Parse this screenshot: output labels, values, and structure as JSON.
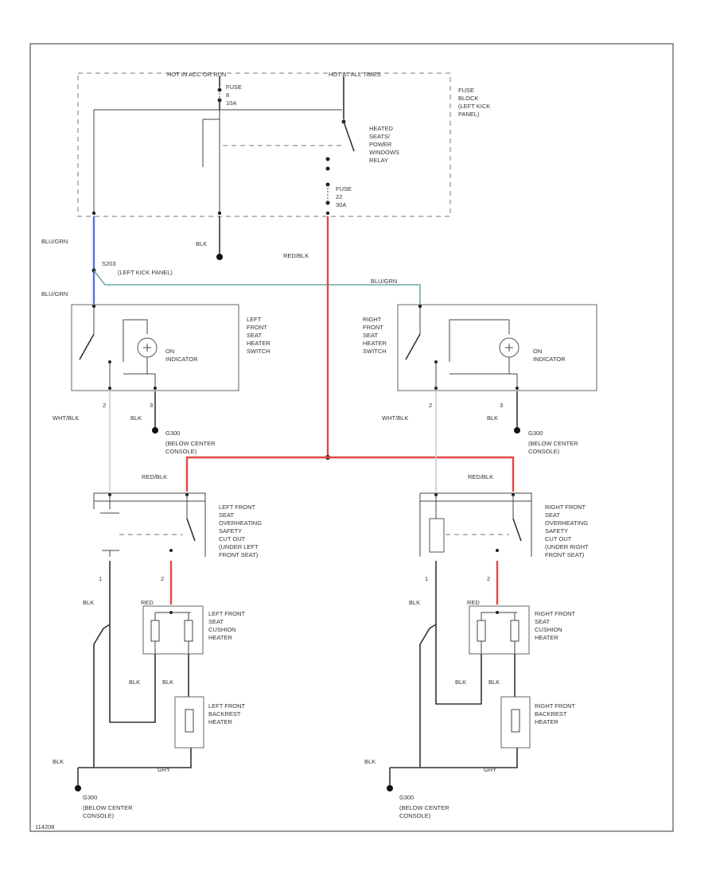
{
  "colors": {
    "blue": "#5b6fe0",
    "red": "#e04848",
    "teal": "#6fa8a8",
    "dark": "#333333"
  },
  "fuse_block": {
    "hot_in_acc_run": "HOT IN ACC OR RUN",
    "hot_at_all_times": "HOT AT ALL TIMES",
    "fuse_left_lines": [
      "FUSE",
      "8",
      "10A"
    ],
    "fuse_right_lines": [
      "FUSE",
      "22",
      "30A"
    ],
    "relay_lines": [
      "HEATED",
      "SEATS/",
      "POWER",
      "WINDOWS",
      "RELAY"
    ],
    "block_lines": [
      "FUSE",
      "BLOCK",
      "(LEFT KICK",
      "PANEL)"
    ]
  },
  "wires": {
    "blu_grn_1": "BLU/GRN",
    "blu_grn_2": "BLU/GRN",
    "blu_grn_3": "BLU/GRN",
    "blk_top": "BLK",
    "red_blk_main": "RED/BLK",
    "red_blk_left": "RED/BLK",
    "red_blk_right": "RED/BLK",
    "wht_blk_left": "WHT/BLK",
    "wht_blk_right": "WHT/BLK",
    "blk_sw_left": "BLK",
    "blk_sw_right": "BLK",
    "blk_l1": "BLK",
    "blk_l2": "BLK",
    "blk_l3": "BLK",
    "blk_l4": "BLK",
    "blk_r1": "BLK",
    "blk_r2": "BLK",
    "blk_r3": "BLK",
    "blk_r4": "BLK",
    "red_l": "RED",
    "red_r": "RED",
    "gray_l": "GRY",
    "gray_r": "GRY"
  },
  "splice": {
    "id": "S203",
    "location": "(LEFT KICK PANEL)"
  },
  "ground_mid_left": {
    "id": "G300",
    "lines": [
      "(BELOW CENTER",
      "CONSOLE)"
    ]
  },
  "ground_mid_right": {
    "id": "G300",
    "lines": [
      "(BELOW CENTER",
      "CONSOLE)"
    ]
  },
  "ground_bot_left": {
    "id": "G300",
    "lines": [
      "(BELOW CENTER",
      "CONSOLE)"
    ]
  },
  "ground_bot_right": {
    "id": "G300",
    "lines": [
      "(BELOW CENTER",
      "CONSOLE)"
    ]
  },
  "left_switch": {
    "lines": [
      "LEFT",
      "FRONT",
      "SEAT",
      "HEATER",
      "SWITCH"
    ],
    "indicator": [
      "ON",
      "INDICATOR"
    ]
  },
  "right_switch": {
    "lines": [
      "RIGHT",
      "FRONT",
      "SEAT",
      "HEATER",
      "SWITCH"
    ],
    "indicator": [
      "ON",
      "INDICATOR"
    ]
  },
  "left_cutout": {
    "lines": [
      "LEFT FRONT",
      "SEAT",
      "OVERHEATING",
      "SAFETY",
      "CUT OUT",
      "(UNDER LEFT",
      "FRONT SEAT)"
    ]
  },
  "right_cutout": {
    "lines": [
      "RIGHT FRONT",
      "SEAT",
      "OVERHEATING",
      "SAFETY",
      "CUT OUT",
      "(UNDER RIGHT",
      "FRONT SEAT)"
    ]
  },
  "left_cushion": {
    "lines": [
      "LEFT FRONT",
      "SEAT",
      "CUSHION",
      "HEATER"
    ]
  },
  "right_cushion": {
    "lines": [
      "RIGHT FRONT",
      "SEAT",
      "CUSHION",
      "HEATER"
    ]
  },
  "left_backrest": {
    "lines": [
      "LEFT FRONT",
      "BACKREST",
      "HEATER"
    ]
  },
  "right_backrest": {
    "lines": [
      "RIGHT FRONT",
      "BACKREST",
      "HEATER"
    ]
  },
  "pins": {
    "p1": "1",
    "p2": "2",
    "p3": "3"
  },
  "footer": "114208"
}
